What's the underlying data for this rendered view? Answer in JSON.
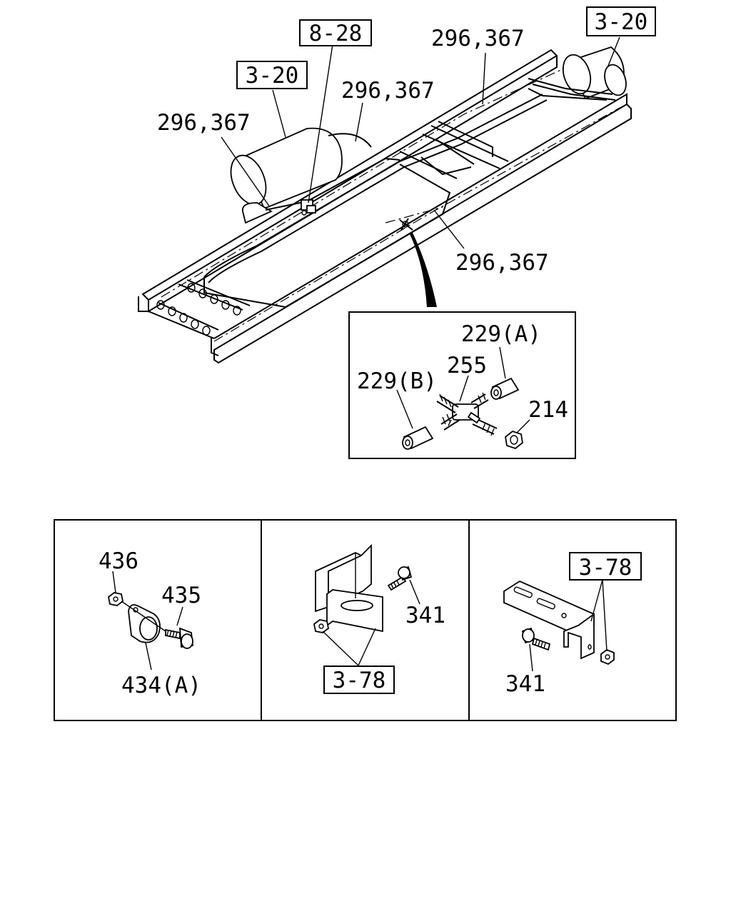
{
  "main_view": {
    "ref_3_20_top_right": "3-20",
    "ref_8_28": "8-28",
    "ref_3_20_left": "3-20",
    "part_296_367_top": "296,367",
    "part_296_367_mid": "296,367",
    "part_296_367_left": "296,367",
    "part_296_367_lower": "296,367"
  },
  "detail_view": {
    "part_229a": "229(A)",
    "part_255": "255",
    "part_229b": "229(B)",
    "part_214": "214"
  },
  "panels": {
    "left": {
      "part_436": "436",
      "part_435": "435",
      "part_434a": "434(A)"
    },
    "middle": {
      "part_341": "341",
      "ref_3_78": "3-78"
    },
    "right": {
      "ref_3_78": "3-78",
      "part_341": "341"
    }
  }
}
